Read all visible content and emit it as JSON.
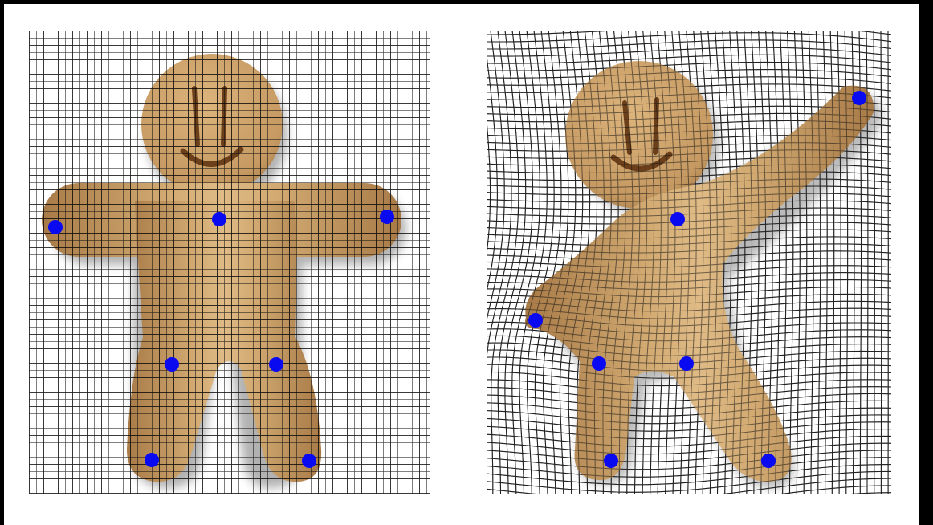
{
  "figure": {
    "background": "#000000",
    "canvas_color": "#ffffff",
    "grid_color": "#1a1a1a",
    "cookie_color": "#c89c63",
    "cookie_dark": "#9c7040",
    "handle_color": "#0a0af0",
    "panels": [
      {
        "id": "original",
        "state": "undeformed grid"
      },
      {
        "id": "deformed",
        "state": "warped grid, one arm raised"
      }
    ]
  }
}
